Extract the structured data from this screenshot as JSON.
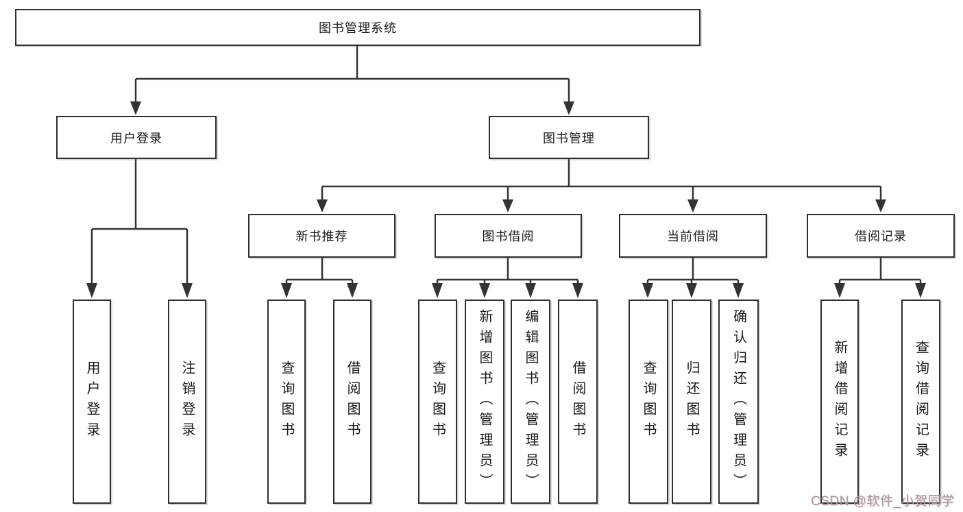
{
  "diagram": {
    "root": {
      "label": "图书管理系统"
    },
    "level2": [
      {
        "id": "user-login",
        "label": "用户登录",
        "parent": "图书管理系统"
      },
      {
        "id": "book-management",
        "label": "图书管理",
        "parent": "图书管理系统"
      }
    ],
    "level3": [
      {
        "id": "new-book-recommend",
        "label": "新书推荐",
        "parent": "图书管理"
      },
      {
        "id": "book-borrow",
        "label": "图书借阅",
        "parent": "图书管理"
      },
      {
        "id": "current-borrow",
        "label": "当前借阅",
        "parent": "图书管理"
      },
      {
        "id": "borrow-records",
        "label": "借阅记录",
        "parent": "图书管理"
      }
    ],
    "leaves": [
      {
        "id": "user-login-leaf",
        "label": "用户登录",
        "parent": "用户登录"
      },
      {
        "id": "logout",
        "label": "注销登录",
        "parent": "用户登录"
      },
      {
        "id": "recommend-query-book",
        "label": "查询图书",
        "parent": "新书推荐"
      },
      {
        "id": "recommend-borrow-book",
        "label": "借阅图书",
        "parent": "新书推荐"
      },
      {
        "id": "borrow-query-book",
        "label": "查询图书",
        "parent": "图书借阅"
      },
      {
        "id": "borrow-add-book-admin",
        "label": "新增图书（管理员）",
        "parent": "图书借阅"
      },
      {
        "id": "borrow-edit-book-admin",
        "label": "编辑图书（管理员）",
        "parent": "图书借阅"
      },
      {
        "id": "borrow-borrow-book",
        "label": "借阅图书",
        "parent": "图书借阅"
      },
      {
        "id": "current-query-book",
        "label": "查询图书",
        "parent": "当前借阅"
      },
      {
        "id": "current-return-book",
        "label": "归还图书",
        "parent": "当前借阅"
      },
      {
        "id": "current-confirm-return-admin",
        "label": "确认归还（管理员）",
        "parent": "当前借阅"
      },
      {
        "id": "records-add-record",
        "label": "新增借阅记录",
        "parent": "借阅记录"
      },
      {
        "id": "records-query-record",
        "label": "查询借阅记录",
        "parent": "借阅记录"
      }
    ],
    "watermark": "CSDN @软件_小贺同学",
    "colors": {
      "line": "#333333",
      "box_border": "#2f2f2f",
      "text": "#1a1a1a",
      "watermark": "#9b9b9b",
      "background": "#ffffff"
    }
  }
}
